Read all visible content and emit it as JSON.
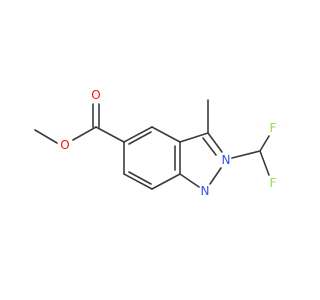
{
  "colors": {
    "bond": "#3a3a3a",
    "oxygen": "#ff0d0d",
    "nitrogen": "#3050f8",
    "fluorine": "#90e050"
  },
  "atoms": {
    "ester_oxygen": "O",
    "carbonyl_oxygen": "O",
    "ring_nitrogen_2": "N",
    "ring_nitrogen_1": "N",
    "fluorine_top": "F",
    "fluorine_bottom": "F"
  }
}
